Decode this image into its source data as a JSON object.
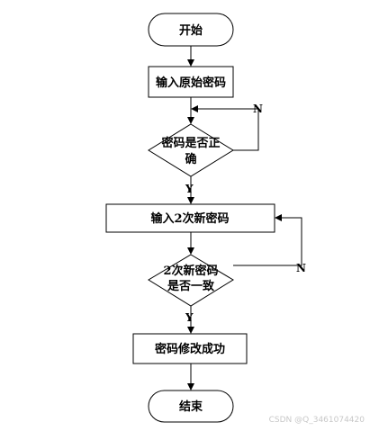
{
  "flowchart": {
    "start": "开始",
    "input_original": "输入原始密码",
    "check_password": [
      "密码是否正",
      "确"
    ],
    "check_no": "N",
    "check_yes": "Y",
    "input_new_twice": "输入2次新密码",
    "check_consistent": [
      "2次新密码",
      "是否一致"
    ],
    "consistent_no": "N",
    "consistent_yes": "Y",
    "success": "密码修改成功",
    "end": "结束"
  },
  "watermark": "CSDN @Q_3461074420"
}
